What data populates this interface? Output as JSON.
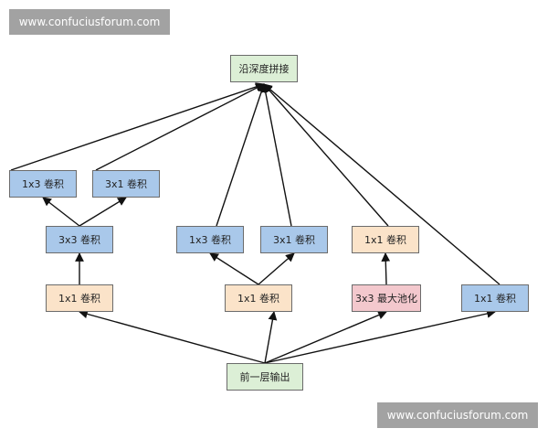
{
  "watermark_top": "www.confuciusforum.com",
  "watermark_bottom": "www.confuciusforum.com",
  "colors": {
    "concat_fill": "#dcefd6",
    "input_fill": "#dcefd6",
    "conv1x1_fill": "#fbe3c9",
    "pool_fill": "#f3c8cd",
    "conv_fill": "#a9c8ea",
    "edge": "#111111"
  },
  "nodes": {
    "concat": "沿深度拼接",
    "b1_conv1x3": "1x3 卷积",
    "b1_conv3x1": "3x1 卷积",
    "b1_conv3x3": "3x3 卷积",
    "b1_conv1x1": "1x1 卷积",
    "b2_conv1x3": "1x3 卷积",
    "b2_conv3x1": "3x1 卷积",
    "b2_conv1x1": "1x1 卷积",
    "b3_conv1x1": "1x1 卷积",
    "b3_pool": "3x3 最大池化",
    "b4_conv1x1": "1x1 卷积",
    "input": "前一层输出"
  }
}
